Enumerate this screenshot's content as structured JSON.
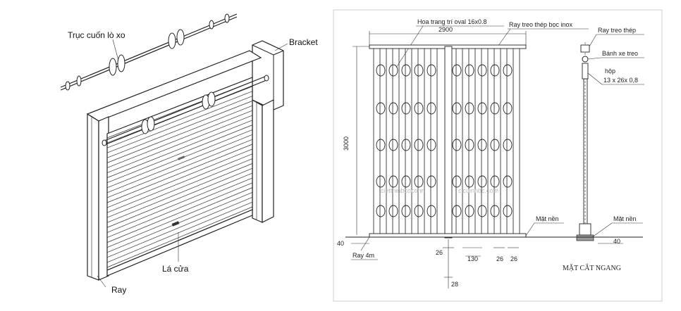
{
  "left": {
    "label_shaft": "Trục cuốn lò xo",
    "label_bracket": "Bracket",
    "label_slat": "Lá cửa",
    "label_rail": "Ray"
  },
  "right": {
    "label_oval": "Hoa trang trí oval 16x0.8",
    "label_rail_inox": "Ray treo thép bọc inox",
    "label_width": "2900",
    "label_height": "3000",
    "label_40_left": "40",
    "label_rail_4m": "Ray 4m",
    "label_26a": "26",
    "label_130": "130",
    "label_26b": "26",
    "label_26c": "26",
    "label_28": "28",
    "label_floor_1": "Mặt nền",
    "label_watermark_1": "cietthinbcocohn",
    "label_watermark_2": "cicuinnbc.com",
    "label_steel_rail": "Ray treo thép",
    "label_wheel": "Bánh xe treo",
    "label_box_1": "hộp",
    "label_box_2": "13 x 26x 0,8",
    "label_floor_2": "Mặt nền",
    "label_40_right": "40",
    "label_section": "MẶT CẮT NGANG"
  }
}
